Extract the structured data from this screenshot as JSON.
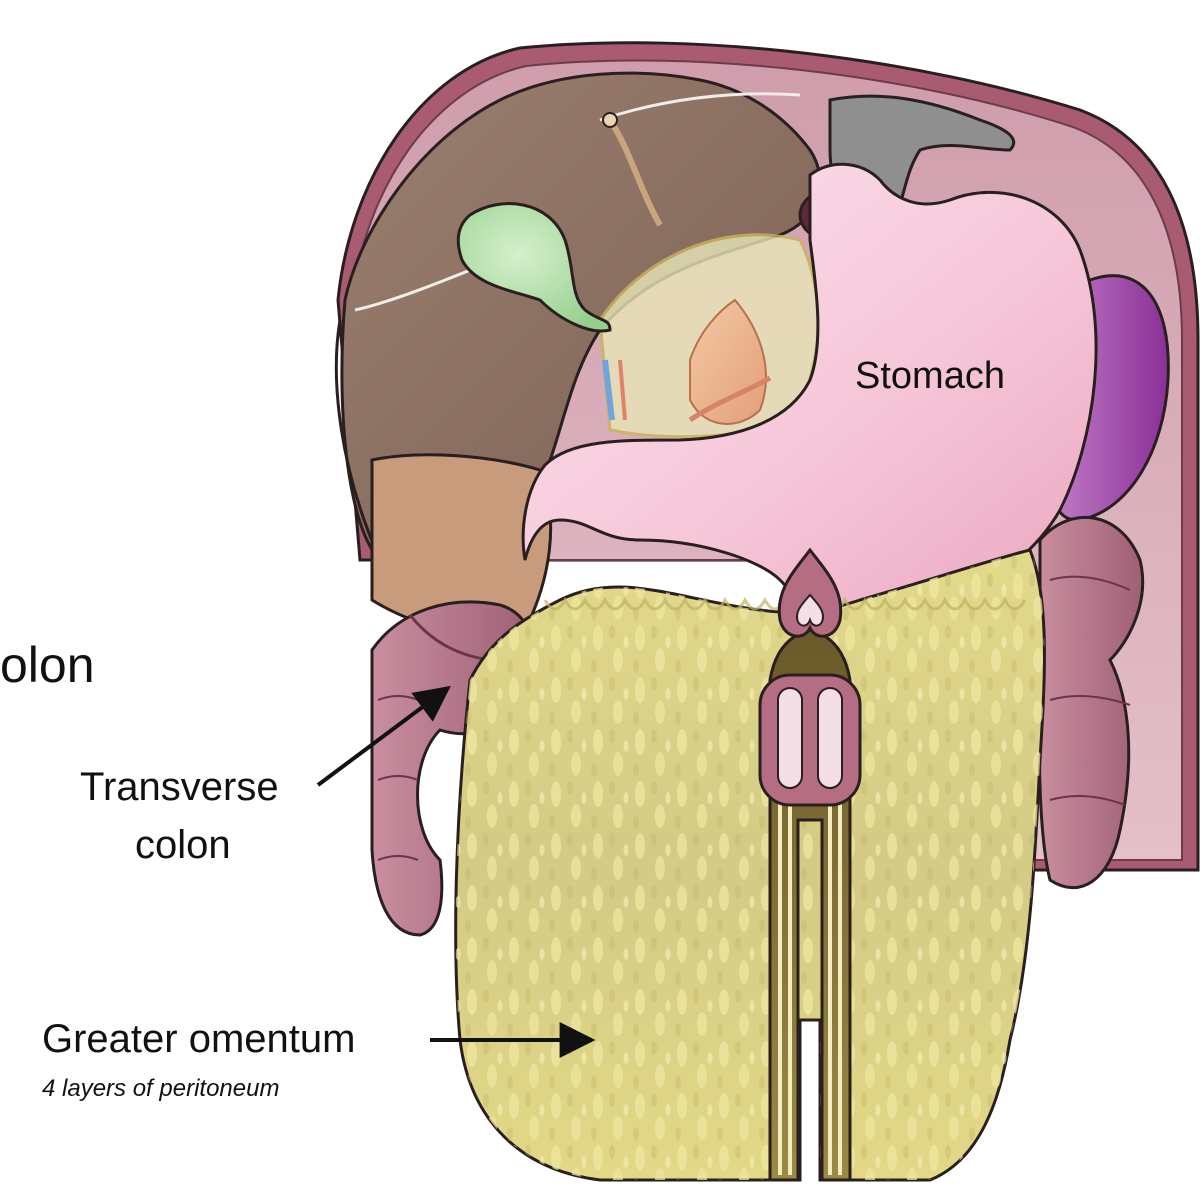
{
  "colors": {
    "background": "#ffffff",
    "body_wall": "#a95b72",
    "liver": "#8e7464",
    "gallbladder": "#a8d9a0",
    "stomach": "#f6c9da",
    "spleen": "#9b3fa6",
    "colon": "#b97589",
    "omentum": "#d8cf7c",
    "outline": "#2a1f1f"
  },
  "labels": {
    "stomach": "Stomach",
    "colon_partial": "olon",
    "transverse_colon_line1": "Transverse",
    "transverse_colon_line2": "colon",
    "greater_omentum": "Greater omentum",
    "greater_omentum_note": "4 layers of peritoneum"
  }
}
